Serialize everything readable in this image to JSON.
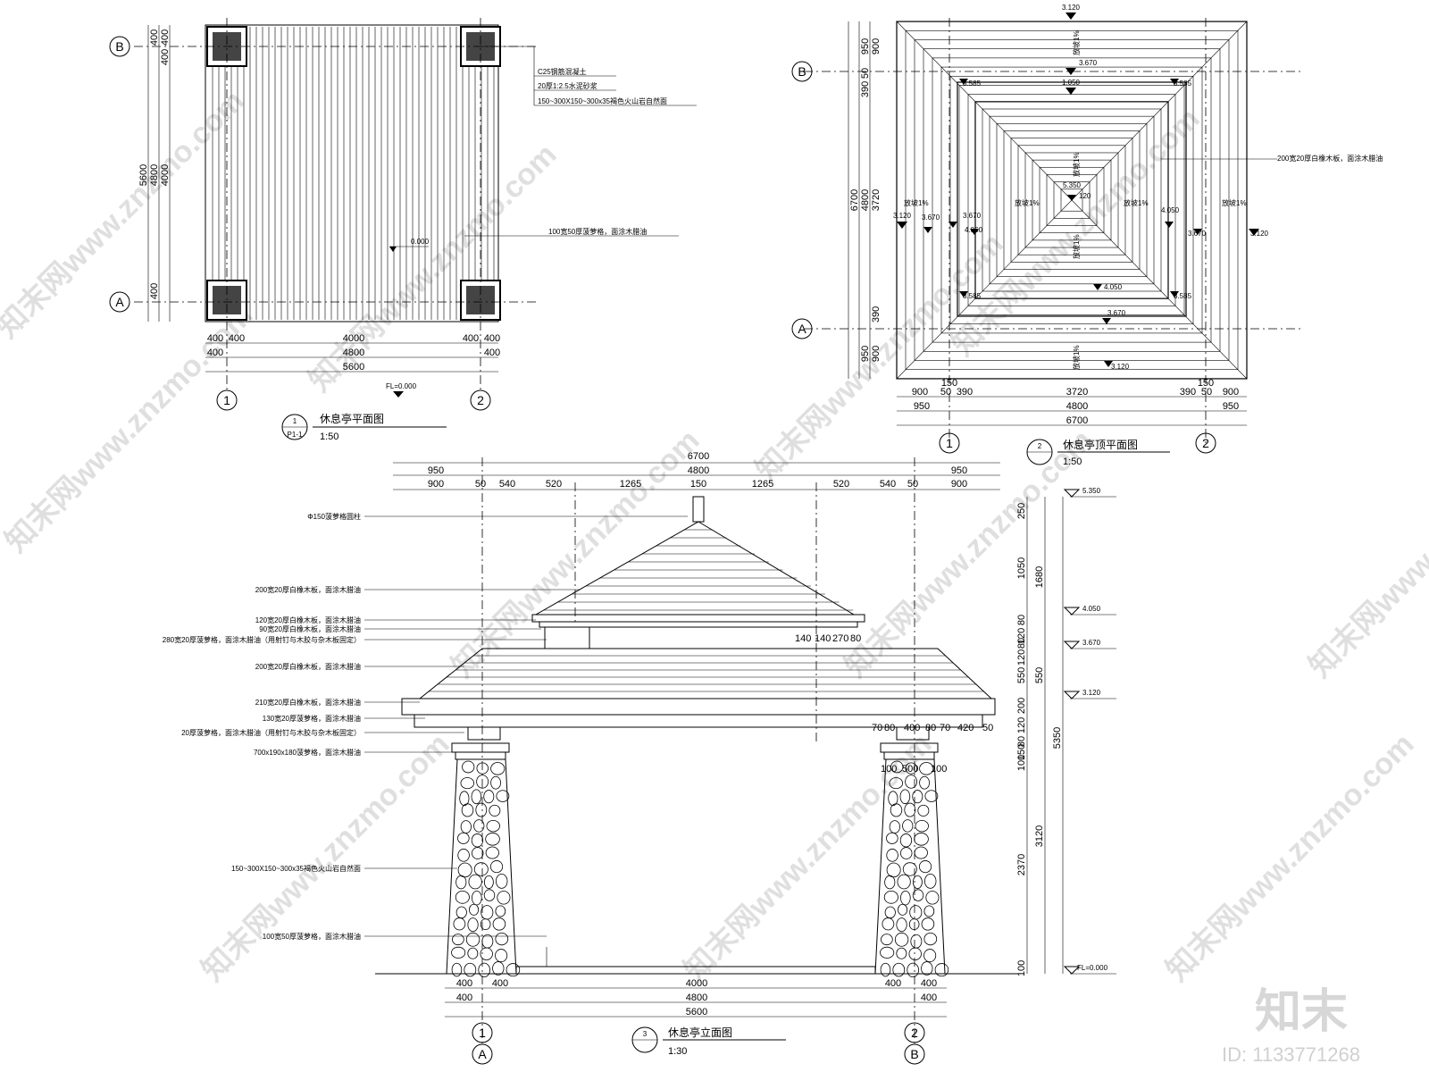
{
  "plan": {
    "dims_top_v": [
      "400",
      "400",
      "400",
      "400",
      "4000",
      "4800",
      "5600"
    ],
    "dims_bottom": {
      "row1": [
        "400",
        "400",
        "4000",
        "400",
        "400"
      ],
      "row2": [
        "400",
        "4800",
        "400"
      ],
      "row3": [
        "5600"
      ]
    },
    "axes": {
      "b": "B",
      "a": "A",
      "c1": "1",
      "c2": "2"
    },
    "callouts": {
      "c25": "C25钢筋混凝土",
      "mortar": "20厚1:2.5水泥砂浆",
      "stone": "150~300X150~300x35褐色火山岩自然面",
      "deck": "100宽50厚菠萝格，面涂木腊油"
    },
    "level_center": "0.000",
    "level_fl": "FL=0.000",
    "title_num": "1",
    "title_sheet": "P1-1",
    "title": "休息亭平面图",
    "scale": "1:50"
  },
  "roof": {
    "dims_left": [
      "950",
      "900",
      "50",
      "390",
      "3720",
      "4800",
      "6700",
      "390",
      "950",
      "900"
    ],
    "dims_bottom": {
      "row1": [
        "900",
        "50",
        "390",
        "3720",
        "390",
        "50",
        "900"
      ],
      "row2": [
        "950",
        "4800",
        "950"
      ],
      "row3": [
        "6700"
      ],
      "extra": [
        "150",
        "150"
      ]
    },
    "levels": {
      "top": "3.120",
      "mid_top": "3.670",
      "inner_top": "1.050",
      "peak": "5.350",
      "inner": "4.050",
      "mid": "3.670",
      "left": "3.120",
      "right": "3.120",
      "corner_tl": "3.585",
      "corner_tr": "3.585",
      "corner_bl": "3.585",
      "corner_br": "3.585",
      "bottom": "3.120",
      "lv_4050_l": "4.050",
      "lv_4050_r": "4.050",
      "lv_3670_r": "3.670",
      "lv_3670_l": "3.670",
      "lv_4050_b": "4.050",
      "lv_3670_b": "3.670",
      "lv_120": "120"
    },
    "slope": "放坡1%",
    "callout": "200宽20厚白橡木板，面涂木腊油",
    "axes": {
      "b": "B",
      "a": "A",
      "c1": "1",
      "c2": "2"
    },
    "title_num": "2",
    "title": "休息亭顶平面图",
    "scale": "1:50"
  },
  "elev": {
    "dims_top": {
      "row1": [
        "6700"
      ],
      "row2": [
        "950",
        "4800",
        "950"
      ],
      "row3": [
        "900",
        "50",
        "540",
        "520",
        "1265",
        "150",
        "1265",
        "520",
        "540",
        "50",
        "900"
      ]
    },
    "callouts": [
      "Φ150菠萝格圆柱",
      "200宽20厚白橡木板，面涂木腊油",
      "120宽20厚白橡木板，面涂木腊油",
      "90宽20厚白橡木板，面涂木腊油",
      "280宽20厚菠萝格，面涂木腊油（用射钉与木胶与杂木板固定）",
      "200宽20厚白橡木板，面涂木腊油",
      "210宽20厚白橡木板，面涂木腊油",
      "130宽20厚菠萝格，面涂木腊油",
      "20厚菠萝格，面涂木腊油（用射钉与木胶与杂木板固定）",
      "700x190x180菠萝格，面涂木腊油",
      "150~300X150~300x35褐色火山岩自然面",
      "100宽50厚菠萝格，面涂木腊油"
    ],
    "dims_inner": [
      "140",
      "140",
      "270",
      "80",
      "70",
      "80",
      "400",
      "80",
      "70",
      "420",
      "50",
      "100",
      "500",
      "100"
    ],
    "dims_right1": [
      "250",
      "1050",
      "80",
      "120",
      "80",
      "120",
      "550",
      "200",
      "80",
      "120",
      "150",
      "100",
      "2370",
      "100"
    ],
    "dims_right2": [
      "1680",
      "550",
      "3120"
    ],
    "dims_right3": [
      "5350"
    ],
    "levels": [
      "5.350",
      "4.050",
      "3.670",
      "3.120",
      "FL=0.000"
    ],
    "dims_bottom": {
      "row1": [
        "400",
        "400",
        "4000",
        "400",
        "400"
      ],
      "row2": [
        "400",
        "4800",
        "400"
      ],
      "row3": [
        "5600"
      ]
    },
    "axes": {
      "c1": "1",
      "c2": "2",
      "a": "A",
      "b": "B"
    },
    "title_num": "3",
    "title": "休息亭立面图",
    "scale": "1:30"
  },
  "watermark": {
    "text": "知末网www.znzmo.com",
    "logo": "知末",
    "id": "ID: 1133771268"
  }
}
